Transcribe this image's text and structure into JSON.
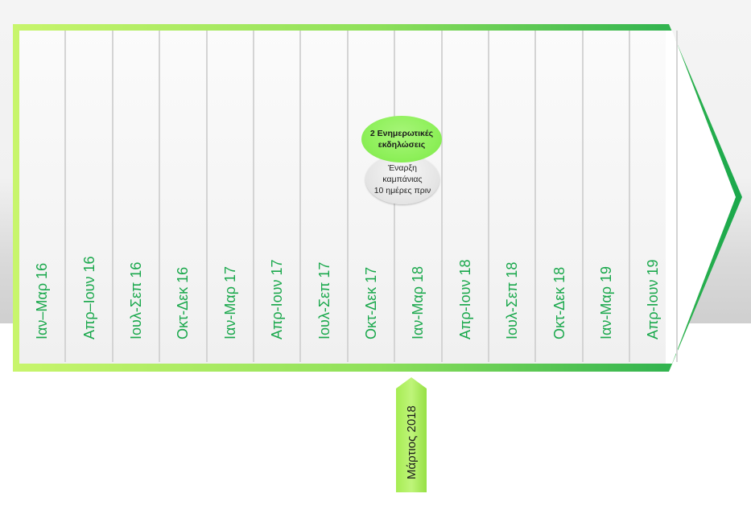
{
  "timeline": {
    "periods": [
      "Ιαν–Μαρ 16",
      "Απρ–Ιουν 16",
      "Ιουλ-Σεπ 16",
      "Οκτ-Δεκ 16",
      "Ιαν-Μαρ 17",
      "Απρ-Ιουν 17",
      "Ιουλ-Σεπ 17",
      "Οκτ-Δεκ 17",
      "Ιαν-Μαρ 18",
      "Απρ-Ιουν 18",
      "Ιουλ-Σεπ 18",
      "Οκτ-Δεκ 18",
      "Ιαν-Μαρ 19",
      "Απρ-Ιουν 19"
    ],
    "label_color": "#1aa84c"
  },
  "events": {
    "briefings": {
      "line1": "2 Ενημερωτικές",
      "line2": "εκδηλώσεις"
    },
    "campaign": {
      "line1": "Έναρξη",
      "line2": "καμπάνιας",
      "line3": "10 ημέρες πριν"
    }
  },
  "marker": {
    "label": "Μάρτιος 2018"
  },
  "colors": {
    "arrow_start": "#c6f26a",
    "arrow_end": "#1aa84c",
    "bubble_green": "#8ef05a",
    "bubble_grey": "#e2e2e2"
  }
}
